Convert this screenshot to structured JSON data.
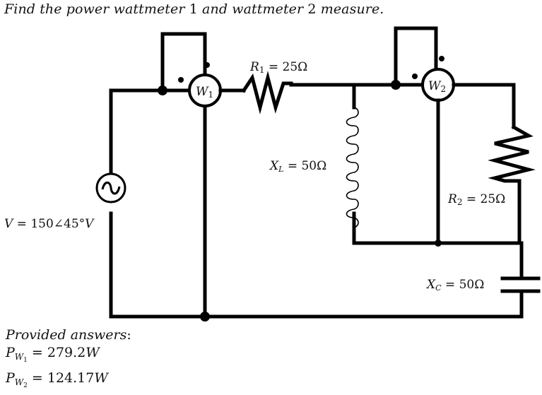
{
  "question": {
    "text_part1": "Find the power wattmeter ",
    "num1": "1",
    "text_part2": " and wattmeter ",
    "num2": "2",
    "text_part3": " measure."
  },
  "components": {
    "source": {
      "label_var": "V",
      "label_eq": " = 150∠45°",
      "label_unit": "V",
      "symbol": "∼"
    },
    "wattmeter1": {
      "letter": "W",
      "sub": "1"
    },
    "wattmeter2": {
      "letter": "W",
      "sub": "2"
    },
    "r1": {
      "var": "R",
      "sub": "1",
      "value": " = 25Ω"
    },
    "xl": {
      "var": "X",
      "sub": "L",
      "value": " = 50Ω"
    },
    "r2": {
      "var": "R",
      "sub": "2",
      "value": " = 25Ω"
    },
    "xc": {
      "var": "X",
      "sub": "C",
      "value": " = 50Ω"
    }
  },
  "answers": {
    "heading": "Provided answers",
    "colon": ":",
    "items": [
      {
        "var": "P",
        "sub": "W",
        "subsub": "1",
        "value": " = 279.2",
        "unit": "W"
      },
      {
        "var": "P",
        "sub": "W",
        "subsub": "2",
        "value": " = 124.17",
        "unit": "W"
      }
    ]
  }
}
